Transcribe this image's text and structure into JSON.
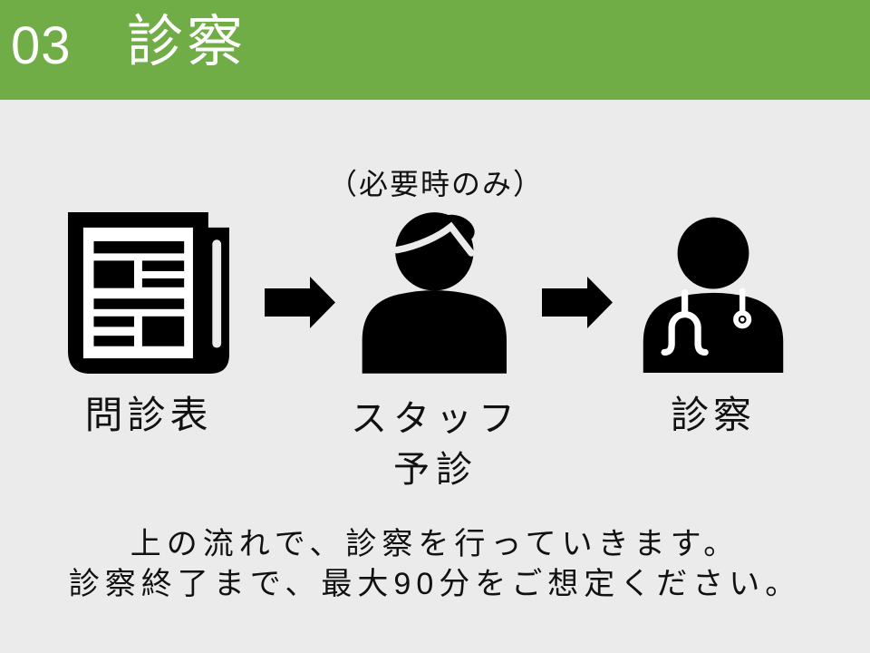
{
  "slide": {
    "background_color": "#EBEBEB",
    "accent_green": "#70AD47",
    "icon_color": "#000000",
    "text_color": "#111111"
  },
  "header": {
    "number": "03",
    "title": "診察"
  },
  "flow": {
    "note": "（必要時のみ）",
    "steps": [
      {
        "id": "questionnaire",
        "label": "問診表",
        "icon": "newspaper-icon"
      },
      {
        "id": "staff-screening",
        "label_line1": "スタッフ",
        "label_line2": "予診",
        "icon": "person-icon"
      },
      {
        "id": "examination",
        "label": "診察",
        "icon": "doctor-icon"
      }
    ]
  },
  "footer": {
    "line1": "上の流れで、診察を行っていきます。",
    "line2": "診察終了まで、最大90分をご想定ください。"
  }
}
